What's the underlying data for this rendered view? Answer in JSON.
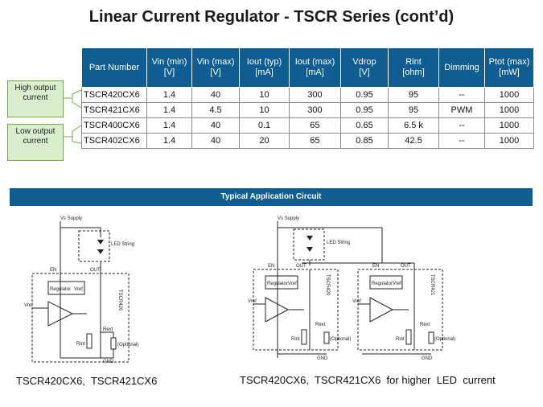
{
  "title": "Linear Current Regulator - TSCR Series (cont’d)",
  "table": {
    "headers": [
      "Part Number",
      "Vin (min)\n[V]",
      "Vin (max)\n[V]",
      "Iout (typ)\n[mA]",
      "Iout (max)\n[mA]",
      "Vdrop\n[V]",
      "Rint\n[ohm]",
      "Dimming",
      "Ptot (max)\n[mW]"
    ],
    "rows": [
      [
        "TSCR420CX6",
        "1.4",
        "40",
        "10",
        "300",
        "0.95",
        "95",
        "--",
        "1000"
      ],
      [
        "TSCR421CX6",
        "1.4",
        "4.5",
        "10",
        "300",
        "0.95",
        "95",
        "PWM",
        "1000"
      ],
      [
        "TSCR400CX6",
        "1.4",
        "40",
        "0.1",
        "65",
        "0.65",
        "6.5 k",
        "--",
        "1000"
      ],
      [
        "TSCR402CX6",
        "1.4",
        "40",
        "20",
        "65",
        "0.85",
        "42.5",
        "--",
        "1000"
      ]
    ]
  },
  "callouts": {
    "high": "High output current",
    "low": "Low output current"
  },
  "section_bar": "Typical Application Circuit",
  "circuit": {
    "vs_supply": "Vs Supply",
    "led_string": "LED String",
    "en": "EN",
    "out": "OUT",
    "regulator": "Regulator",
    "vref": "Vref",
    "rext": "Rext",
    "rint": "Rint",
    "optional": "(Optional)",
    "gnd": "GND",
    "chip": "TSCR420",
    "chip_alt": "TSCR421"
  },
  "captions": {
    "left": "TSCR420CX6,  TSCR421CX6",
    "right": "TSCR420CX6,  TSCR421CX6  for higher  LED  current"
  },
  "colors": {
    "header": "#0e5d93",
    "callout_fill": "#d8eecd",
    "callout_border": "#70ad47"
  }
}
